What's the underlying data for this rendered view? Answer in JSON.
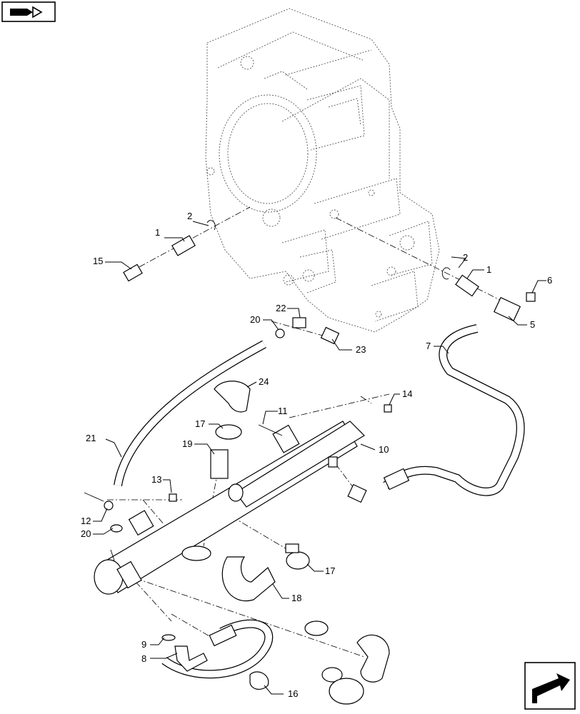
{
  "callouts": [
    {
      "id": "c1a",
      "label": "1"
    },
    {
      "id": "c1b",
      "label": "1"
    },
    {
      "id": "c2a",
      "label": "2"
    },
    {
      "id": "c2b",
      "label": "2"
    },
    {
      "id": "c5",
      "label": "5"
    },
    {
      "id": "c6",
      "label": "6"
    },
    {
      "id": "c7",
      "label": "7"
    },
    {
      "id": "c8",
      "label": "8"
    },
    {
      "id": "c9",
      "label": "9"
    },
    {
      "id": "c10",
      "label": "10"
    },
    {
      "id": "c11",
      "label": "11"
    },
    {
      "id": "c12",
      "label": "12"
    },
    {
      "id": "c13",
      "label": "13"
    },
    {
      "id": "c14",
      "label": "14"
    },
    {
      "id": "c15",
      "label": "15"
    },
    {
      "id": "c16",
      "label": "16"
    },
    {
      "id": "c17a",
      "label": "17"
    },
    {
      "id": "c17b",
      "label": "17"
    },
    {
      "id": "c18",
      "label": "18"
    },
    {
      "id": "c19",
      "label": "19"
    },
    {
      "id": "c20a",
      "label": "20"
    },
    {
      "id": "c20b",
      "label": "20"
    },
    {
      "id": "c21",
      "label": "21"
    },
    {
      "id": "c22",
      "label": "22"
    },
    {
      "id": "c23",
      "label": "23"
    },
    {
      "id": "c24",
      "label": "24"
    }
  ],
  "icons": {
    "top_left": "book-arrow-icon",
    "bottom_right": "next-page-arrow-icon"
  }
}
